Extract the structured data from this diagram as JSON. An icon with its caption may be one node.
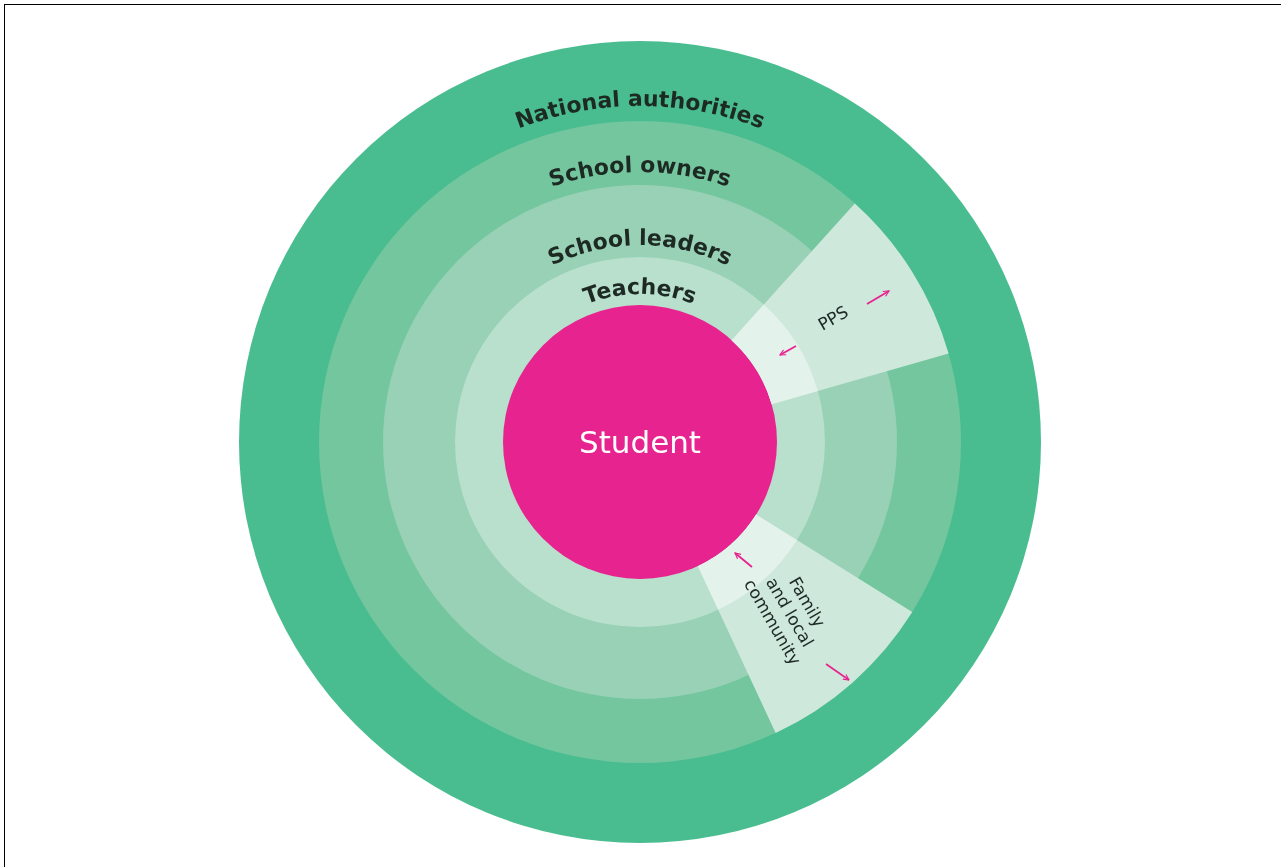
{
  "diagram": {
    "nodes": [
      {
        "text": [
          "National authorities"
        ]
      },
      {
        "text": [
          "School owners"
        ],
        "in": 0
      },
      {
        "text": [
          "School leaders"
        ],
        "in": 1
      },
      {
        "text": [
          "Teachers"
        ],
        "in": 2
      },
      {
        "text": [
          "Student"
        ],
        "in": 3
      },
      {
        "text": [
          "PPS"
        ],
        "in": 1
      },
      {
        "text": [
          "Family and local community"
        ],
        "in": 1
      }
    ]
  }
}
